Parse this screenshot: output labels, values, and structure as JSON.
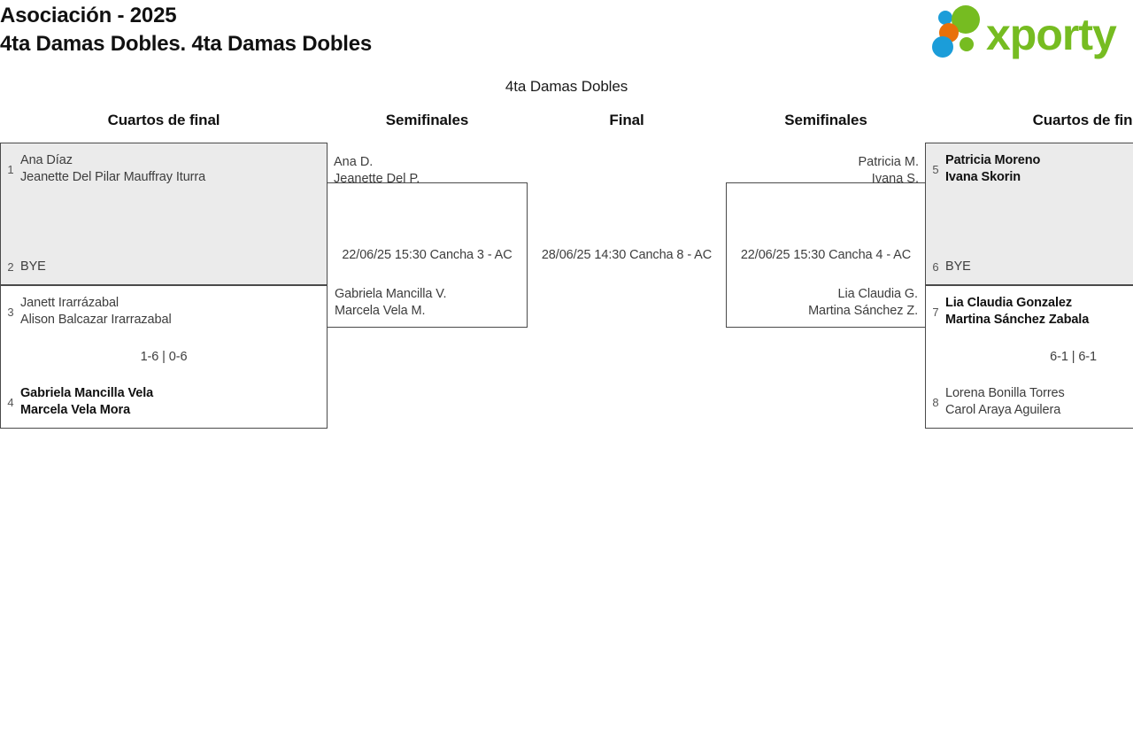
{
  "header": {
    "title_line1": "Asociación - 2025",
    "title_line2": "4ta Damas Dobles. 4ta Damas Dobles",
    "logo_text": "xporty",
    "logo_colors": {
      "green": "#76bc21",
      "blue": "#1b9dd9",
      "orange": "#e8700a"
    }
  },
  "subtitle": "4ta Damas Dobles",
  "columns": {
    "qf_left": "Cuartos de final",
    "sf_left": "Semifinales",
    "final": "Final",
    "sf_right": "Semifinales",
    "qf_right": "Cuartos de final"
  },
  "matches": {
    "qf1": {
      "top": {
        "seed": "1",
        "line1": "Ana Díaz",
        "line2": "Jeanette Del Pilar Mauffray Iturra"
      },
      "bottom": {
        "seed": "2",
        "line1": "BYE",
        "line2": ""
      },
      "score": ""
    },
    "qf2": {
      "top": {
        "seed": "3",
        "line1": "Janett Irarrázabal",
        "line2": "Alison Balcazar Irarrazabal"
      },
      "bottom": {
        "seed": "4",
        "line1": "Gabriela Mancilla Vela",
        "line2": "Marcela Vela Mora"
      },
      "score": "1-6 | 0-6"
    },
    "qf3": {
      "top": {
        "seed": "5",
        "line1": "Patricia Moreno",
        "line2": "Ivana Skorin"
      },
      "bottom": {
        "seed": "6",
        "line1": "BYE",
        "line2": ""
      },
      "score": ""
    },
    "qf4": {
      "top": {
        "seed": "7",
        "line1": "Lia Claudia Gonzalez",
        "line2": "Martina Sánchez Zabala"
      },
      "bottom": {
        "seed": "8",
        "line1": "Lorena Bonilla Torres",
        "line2": "Carol Araya Aguilera"
      },
      "score": "6-1 | 6-1"
    },
    "sf_left": {
      "top": {
        "line1": "Ana D.",
        "line2": "Jeanette Del P."
      },
      "bottom": {
        "line1": "Gabriela Mancilla V.",
        "line2": "Marcela Vela M."
      },
      "meta": "22/06/25 15:30 Cancha 3 - AC"
    },
    "sf_right": {
      "top": {
        "line1": "Patricia M.",
        "line2": "Ivana S."
      },
      "bottom": {
        "line1": "Lia Claudia G.",
        "line2": "Martina Sánchez Z."
      },
      "meta": "22/06/25 15:30 Cancha 4 - AC"
    },
    "final": {
      "meta": "28/06/25 14:30 Cancha 8 - AC"
    }
  }
}
